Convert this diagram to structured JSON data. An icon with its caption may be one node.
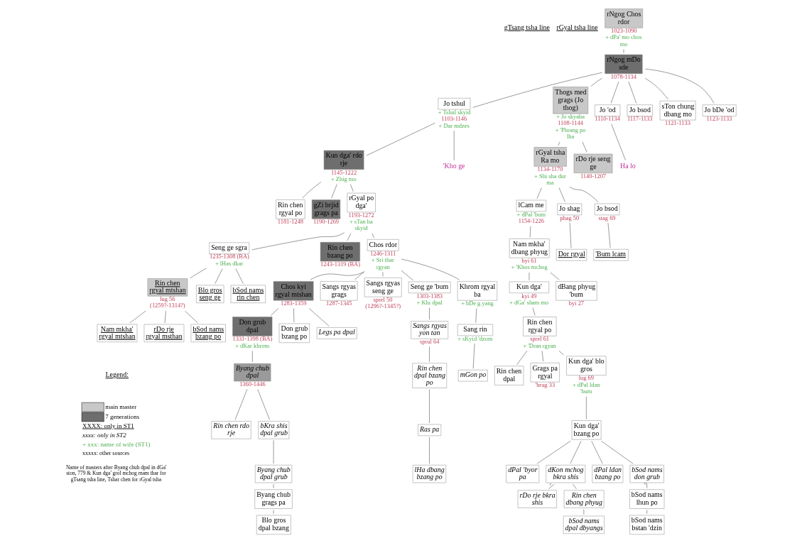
{
  "diagram": {
    "nodes": [
      {
        "text": [
          "rNgog Chos rdor"
        ],
        "beside": [
          "1023-1090",
          "+ dPa' mo chos mo"
        ]
      },
      {
        "text": [
          "rNgog mDo sde"
        ],
        "beside": [
          "1078-1134"
        ]
      },
      {
        "text": [
          "Jo tshul"
        ],
        "beside": [
          "+ Tshul skyid",
          "1103-1146",
          "+ Dar mdzes"
        ]
      },
      {
        "text": [
          "Thogs med grags (Jo thog)"
        ],
        "beside": [
          "+ Jo skyaba",
          "1108-1144",
          "+ 'Phrang po lha"
        ]
      },
      {
        "text": [
          "Jo 'od"
        ],
        "beside": [
          "1110-1134"
        ]
      },
      {
        "text": [
          "Ha lo"
        ]
      },
      {
        "text": [
          "Jo bsod"
        ],
        "beside": [
          "1117-1133"
        ]
      },
      {
        "text": [
          "sTon chung dbang mo"
        ],
        "beside": [
          "1121-1133"
        ]
      },
      {
        "text": [
          "Jo bDe 'od"
        ],
        "beside": [
          "1123-1133"
        ]
      },
      {
        "text": [
          "Kun dga' rdo rje"
        ],
        "beside": [
          "1145-1222",
          "+ Zhig mo"
        ]
      },
      {
        "text": [
          "'Kho ge"
        ]
      },
      {
        "text": [
          "rGyal tsha Ra mo"
        ],
        "beside": [
          "1134-1170",
          "+ Shi sha dur ma"
        ]
      },
      {
        "text": [
          "rDo rje seng ge"
        ],
        "beside": [
          "1140-1207"
        ]
      },
      {
        "text": [
          "Rin chen rgyal po"
        ],
        "beside": [
          "1181-1248"
        ]
      },
      {
        "text": [
          "gZi brjid grags pa"
        ],
        "beside": [
          "1190-1269"
        ]
      },
      {
        "text": [
          "rGyal po dga'"
        ],
        "beside": [
          "1193-1272",
          "+ sTan ba skyid"
        ]
      },
      {
        "text": [
          "lCam me"
        ],
        "beside": [
          "+ dPal 'bum",
          "1154-1226"
        ]
      },
      {
        "text": [
          "Jo shag"
        ],
        "beside": [
          "phag 50"
        ]
      },
      {
        "text": [
          "Jo bsod"
        ],
        "beside": [
          "stag 69"
        ]
      },
      {
        "text": [
          "Nam mkha' dbang phyug"
        ],
        "beside": [
          "byi 61",
          "+ 'Khos mchog"
        ]
      },
      {
        "text": [
          "Dor rgyal"
        ]
      },
      {
        "text": [
          "'Bum lcam"
        ]
      },
      {
        "text": [
          "Seng ge sgra"
        ],
        "beside": [
          "1235-1308 (BA)",
          "+ lHas dkar"
        ]
      },
      {
        "text": [
          "Rin chen bzang po"
        ],
        "beside": [
          "1243-1319 (BA)"
        ]
      },
      {
        "text": [
          "Chos rdor"
        ],
        "beside": [
          "1246-1311",
          "+ Sri thar rgyan"
        ]
      },
      {
        "text": [
          "Kun dga'"
        ],
        "beside": [
          "kyi 49",
          "+ dGa' sham mo"
        ]
      },
      {
        "text": [
          "dBang phyug 'bum"
        ],
        "beside": [
          "byi 27"
        ]
      },
      {
        "text": [
          "Rin chen rgyal mtshan"
        ],
        "beside": [
          "lug 56 (1259?-1314?)"
        ]
      },
      {
        "text": [
          "Blo gros seng ge"
        ]
      },
      {
        "text": [
          "bSod nams rin chen"
        ]
      },
      {
        "text": [
          "Nam mkha' rgyal mtshan"
        ]
      },
      {
        "text": [
          "rDo rje rgyal msthan"
        ]
      },
      {
        "text": [
          "bSod nams bzang po"
        ]
      },
      {
        "text": [
          "Chos kyi rgyal mtshan"
        ],
        "beside": [
          "1283-1359"
        ]
      },
      {
        "text": [
          "Sangs rgyas grags"
        ],
        "beside": [
          "1287-1345"
        ]
      },
      {
        "text": [
          "Sangs rgyas seng ge"
        ],
        "beside": [
          "sprel 50 (1296?-1345?)"
        ]
      },
      {
        "text": [
          "Seng ge 'bum"
        ],
        "beside": [
          "1303-1383",
          "+ Klu dpal"
        ]
      },
      {
        "text": [
          "Khrom rgyal ba"
        ],
        "beside": [
          "+ bDe g.yang"
        ]
      },
      {
        "text": [
          "Rin chen rgyal po"
        ],
        "beside": [
          "sprel 61",
          "+ 'Dran rgyan"
        ]
      },
      {
        "text": [
          "Don grub dpal"
        ],
        "beside": [
          "1331-1398 (BA)",
          "+ dKar khrom"
        ]
      },
      {
        "text": [
          "Don grub bzang po"
        ]
      },
      {
        "text": [
          "Legs pa dpal"
        ]
      },
      {
        "text": [
          "Sangs rgyas yon tan"
        ],
        "beside": [
          "sprul 64"
        ]
      },
      {
        "text": [
          "Sang rin"
        ],
        "beside": [
          "+ sKyid 'dzom"
        ]
      },
      {
        "text": [
          "Rin chen dpal"
        ]
      },
      {
        "text": [
          "Grags pa rgyal"
        ],
        "beside": [
          "'brug 33"
        ]
      },
      {
        "text": [
          "Kun dga' blo gros"
        ],
        "beside": [
          "lug 69",
          "+ dPal ldan 'bum"
        ]
      },
      {
        "text": [
          "Byang chub dpal"
        ],
        "beside": [
          "1360-1446"
        ]
      },
      {
        "text": [
          "Rin chen dpal bzang po"
        ]
      },
      {
        "text": [
          "mGon po"
        ]
      },
      {
        "text": [
          "Rin chen rdo rje"
        ]
      },
      {
        "text": [
          "bKra shis dpal grub"
        ]
      },
      {
        "text": [
          "Byang chub dpal grub"
        ]
      },
      {
        "text": [
          "Byang chub grags pa"
        ]
      },
      {
        "text": [
          "Blo gros dpal bzang"
        ]
      },
      {
        "text": [
          "Ras pa"
        ]
      },
      {
        "text": [
          "dPal 'byor pa"
        ]
      },
      {
        "text": [
          "dKon mchog bkra shis"
        ]
      },
      {
        "text": [
          "lHa dbang bzang po"
        ]
      },
      {
        "text": [
          "rDo rje bkra shis"
        ]
      },
      {
        "text": [
          "Rin chen dbang phyug"
        ]
      },
      {
        "text": [
          "bSod nams dpal dbyangs"
        ]
      },
      {
        "text": [
          "Kun dga' bzang po"
        ]
      },
      {
        "text": [
          "dPal ldan bzang po"
        ]
      },
      {
        "text": [
          "bSod nams don grub"
        ]
      },
      {
        "text": [
          "bSod nams lhun po"
        ]
      },
      {
        "text": [
          "bSod nams bstan 'dzin"
        ]
      }
    ],
    "edges": [
      {
        "from": 0,
        "to": 1,
        "arrow": "none"
      },
      {
        "from": 1,
        "to": 2,
        "arrow": "none"
      },
      {
        "from": 1,
        "to": 3,
        "arrow": "none"
      },
      {
        "from": 1,
        "to": 4,
        "arrow": "none"
      },
      {
        "from": 4,
        "to": 5,
        "arrow": "none"
      },
      {
        "from": 1,
        "to": 6,
        "arrow": "none"
      },
      {
        "from": 1,
        "to": 7,
        "arrow": "none"
      },
      {
        "from": 1,
        "to": 8,
        "arrow": "none"
      },
      {
        "from": 2,
        "to": 9,
        "arrow": "none"
      },
      {
        "from": 2,
        "to": 10,
        "arrow": "none"
      },
      {
        "from": 3,
        "to": 11,
        "arrow": "none"
      },
      {
        "from": 3,
        "to": 12,
        "arrow": "none"
      },
      {
        "from": 9,
        "to": 13,
        "arrow": "none"
      },
      {
        "from": 9,
        "to": 14,
        "arrow": "none"
      },
      {
        "from": 9,
        "to": 15,
        "arrow": "none"
      },
      {
        "from": 11,
        "to": 16,
        "arrow": "none"
      },
      {
        "from": 11,
        "to": 17,
        "arrow": "none"
      },
      {
        "from": 11,
        "to": 18,
        "arrow": "none"
      },
      {
        "from": 16,
        "to": 19,
        "arrow": "none"
      },
      {
        "from": 17,
        "to": 20,
        "arrow": "none"
      },
      {
        "from": 18,
        "to": 21,
        "arrow": "none"
      },
      {
        "from": 15,
        "to": 22,
        "arrow": "none"
      },
      {
        "from": 15,
        "to": 23,
        "arrow": "none"
      },
      {
        "from": 15,
        "to": 24,
        "arrow": "none"
      },
      {
        "from": 19,
        "to": 25,
        "arrow": "none"
      },
      {
        "from": 19,
        "to": 26,
        "arrow": "none"
      },
      {
        "from": 22,
        "to": 27,
        "arrow": "none"
      },
      {
        "from": 22,
        "to": 28,
        "arrow": "none"
      },
      {
        "from": 22,
        "to": 29,
        "arrow": "none"
      },
      {
        "from": 27,
        "to": 30,
        "arrow": "none"
      },
      {
        "from": 27,
        "to": 31,
        "arrow": "none"
      },
      {
        "from": 27,
        "to": 32,
        "arrow": "none"
      },
      {
        "from": 24,
        "to": 33,
        "arrow": "none"
      },
      {
        "from": 24,
        "to": 34,
        "arrow": "none"
      },
      {
        "from": 24,
        "to": 35,
        "arrow": "none"
      },
      {
        "from": 24,
        "to": 36,
        "arrow": "none"
      },
      {
        "from": 24,
        "to": 37,
        "arrow": "none"
      },
      {
        "from": 25,
        "to": 38,
        "arrow": "none"
      },
      {
        "from": 33,
        "to": 39,
        "arrow": "none"
      },
      {
        "from": 33,
        "to": 40,
        "arrow": "none"
      },
      {
        "from": 33,
        "to": 41,
        "arrow": "none"
      },
      {
        "from": 36,
        "to": 42,
        "arrow": "none"
      },
      {
        "from": 37,
        "to": 43,
        "arrow": "none"
      },
      {
        "from": 38,
        "to": 44,
        "arrow": "none"
      },
      {
        "from": 38,
        "to": 45,
        "arrow": "none"
      },
      {
        "from": 38,
        "to": 46,
        "arrow": "none"
      },
      {
        "from": 39,
        "to": 47,
        "arrow": "none"
      },
      {
        "from": 42,
        "to": 48,
        "arrow": "none"
      },
      {
        "from": 43,
        "to": 49,
        "arrow": "none"
      },
      {
        "from": 47,
        "to": 50,
        "arrow": "none"
      },
      {
        "from": 47,
        "to": 51,
        "arrow": "none"
      },
      {
        "from": 51,
        "to": 52,
        "arrow": "none"
      },
      {
        "from": 52,
        "to": 53,
        "arrow": "none"
      },
      {
        "from": 53,
        "to": 54,
        "arrow": "none"
      },
      {
        "from": 48,
        "to": 55,
        "arrow": "none"
      },
      {
        "from": 62,
        "to": 56,
        "arrow": "none"
      },
      {
        "from": 62,
        "to": 57,
        "arrow": "none"
      },
      {
        "from": 55,
        "to": 58,
        "arrow": "none"
      },
      {
        "from": 57,
        "to": 59,
        "label": "?",
        "arrow": "none"
      },
      {
        "from": 57,
        "to": 60,
        "arrow": "none"
      },
      {
        "from": 60,
        "to": 61,
        "arrow": "none"
      },
      {
        "from": 46,
        "to": 62,
        "arrow": "none"
      },
      {
        "from": 62,
        "to": 63,
        "arrow": "none"
      },
      {
        "from": 62,
        "to": 64,
        "arrow": "none"
      },
      {
        "from": 64,
        "to": 65,
        "label": "!?",
        "arrow": "none"
      },
      {
        "from": 65,
        "to": 66,
        "arrow": "none"
      }
    ],
    "labels": [
      "gTsang tsha line",
      "rGyal tsha line",
      "Legend:",
      "Name of masters after Byang chub dpal in dGa' ston, 779 & Kun dga' grol mchog rnam thar for gTsang tsha line, Tshar chen for rGyal tsha"
    ],
    "legend": [
      {
        "text": "main master",
        "color": "#c8c8c8"
      },
      {
        "text": "7 generations",
        "color": "#6e6e6e"
      },
      {
        "text": "XXXX: only in ST1"
      },
      {
        "text": "xxxx: only in ST2"
      },
      {
        "text": "+ xxx: name of wife (ST1)"
      },
      {
        "text": "xxxxx: other sources"
      }
    ]
  }
}
